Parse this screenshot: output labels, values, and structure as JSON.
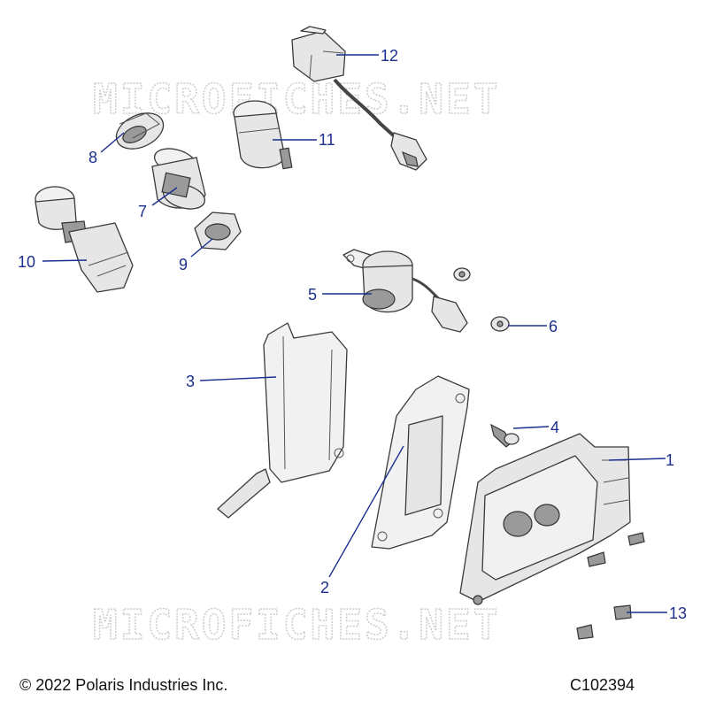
{
  "watermark": {
    "text": "MICROFICHES.NET"
  },
  "callouts": [
    {
      "id": "1",
      "label": "1"
    },
    {
      "id": "2",
      "label": "2"
    },
    {
      "id": "3",
      "label": "3"
    },
    {
      "id": "4",
      "label": "4"
    },
    {
      "id": "5",
      "label": "5"
    },
    {
      "id": "6",
      "label": "6"
    },
    {
      "id": "7",
      "label": "7"
    },
    {
      "id": "8",
      "label": "8"
    },
    {
      "id": "9",
      "label": "9"
    },
    {
      "id": "10",
      "label": "10"
    },
    {
      "id": "11",
      "label": "11"
    },
    {
      "id": "12",
      "label": "12"
    },
    {
      "id": "13",
      "label": "13"
    }
  ],
  "footer": {
    "copyright": "© 2022 Polaris Industries Inc.",
    "drawing_code": "C102394"
  },
  "colors": {
    "callout": "#1c2f8f",
    "part_fill": "#e6e6e6",
    "outline": "#3a3a3a",
    "watermark": "#cfcfcf"
  }
}
